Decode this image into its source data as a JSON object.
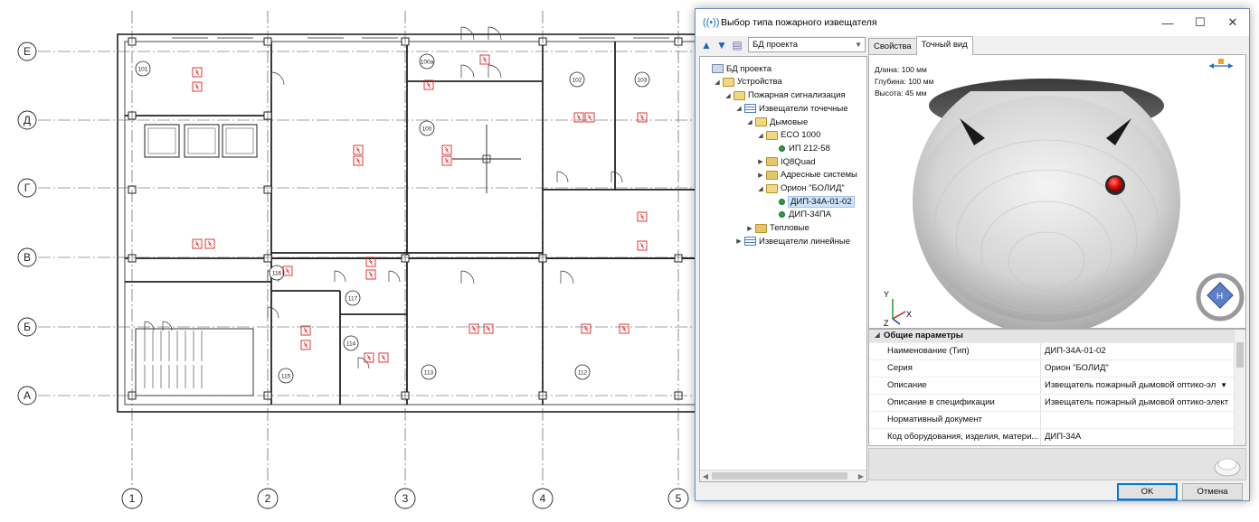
{
  "plan": {
    "row_axes": [
      "Е",
      "Д",
      "Г",
      "В",
      "Б",
      "А"
    ],
    "column_axes": [
      "1",
      "2",
      "3",
      "4",
      "5"
    ],
    "rooms": [
      "101",
      "100а",
      "100",
      "102",
      "103",
      "116",
      "117",
      "114",
      "115",
      "113",
      "112"
    ],
    "detector_color": "#e02020"
  },
  "dialog": {
    "title": "Выбор типа пожарного извещателя",
    "window_buttons": {
      "minimize": "—",
      "maximize": "☐",
      "close": "✕"
    },
    "toolbar": {
      "up": "▲",
      "down": "▼",
      "db_label": "БД проекта"
    },
    "tree": [
      {
        "label": "БД проекта",
        "icon": "db",
        "toggle": "",
        "level": 0
      },
      {
        "label": "Устройства",
        "icon": "folder-open",
        "toggle": "◢",
        "level": 1
      },
      {
        "label": "Пожарная сигнализация",
        "icon": "folder-open",
        "toggle": "◢",
        "level": 2
      },
      {
        "label": "Извещатели точечные",
        "icon": "list",
        "toggle": "◢",
        "level": 3
      },
      {
        "label": "Дымовые",
        "icon": "folder-open",
        "toggle": "◢",
        "level": 4
      },
      {
        "label": "ECO 1000",
        "icon": "folder-open",
        "toggle": "◢",
        "level": 5
      },
      {
        "label": "ИП 212-58",
        "icon": "dot",
        "toggle": "",
        "level": 6
      },
      {
        "label": "IQ8Quad",
        "icon": "folder",
        "toggle": "▶",
        "level": 5
      },
      {
        "label": "Адресные системы",
        "icon": "folder",
        "toggle": "▶",
        "level": 5
      },
      {
        "label": "Орион \"БОЛИД\"",
        "icon": "folder-open",
        "toggle": "◢",
        "level": 5
      },
      {
        "label": "ДИП-34А-01-02",
        "icon": "dot",
        "toggle": "",
        "level": 6,
        "selected": true
      },
      {
        "label": "ДИП-34ПА",
        "icon": "dot",
        "toggle": "",
        "level": 6
      },
      {
        "label": "Тепловые",
        "icon": "folder",
        "toggle": "▶",
        "level": 4
      },
      {
        "label": "Извещатели линейные",
        "icon": "list",
        "toggle": "▶",
        "level": 3
      }
    ],
    "tabs": [
      {
        "label": "Свойства",
        "active": false
      },
      {
        "label": "Точный вид",
        "active": true
      }
    ],
    "dimensions": {
      "length": "Длина: 100 мм",
      "depth": "Глубина: 100 мм",
      "height": "Высота: 45 мм"
    },
    "axes": {
      "y": "Y",
      "z": "Z",
      "x": "X"
    },
    "properties": {
      "group": "Общие параметры",
      "rows": [
        {
          "name": "Наименование (Тип)",
          "value": "ДИП-34А-01-02",
          "dropdown": false
        },
        {
          "name": "Серия",
          "value": "Орион \"БОЛИД\"",
          "dropdown": false
        },
        {
          "name": "Описание",
          "value": "Извещатель пожарный дымовой оптико-эл",
          "dropdown": true
        },
        {
          "name": "Описание в спецификации",
          "value": "Извещатель пожарный дымовой оптико-элект",
          "dropdown": false
        },
        {
          "name": "Нормативный документ",
          "value": "",
          "dropdown": false
        },
        {
          "name": "Код оборудования, изделия, матери...",
          "value": "ДИП-34А",
          "dropdown": false
        }
      ]
    },
    "buttons": {
      "ok": "OK",
      "cancel": "Отмена"
    },
    "colors": {
      "accent": "#0078d7",
      "led": "#e81010"
    }
  }
}
